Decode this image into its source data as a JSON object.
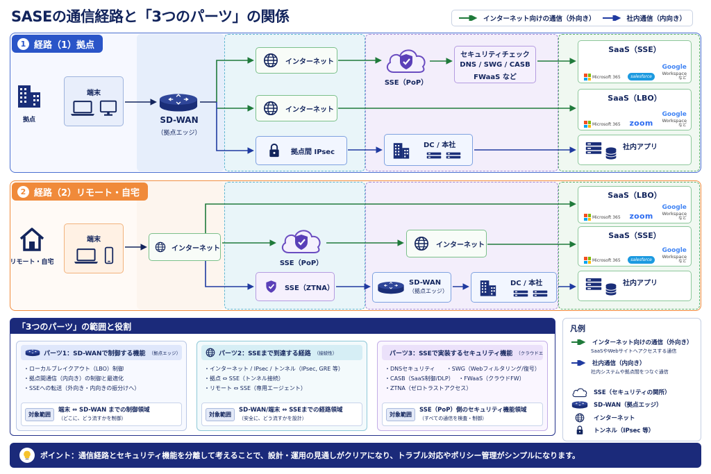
{
  "title": "SASEの通信経路と「3つのパーツ」の関係",
  "legend_top": {
    "external": "インターネット向けの通信（外向き）",
    "internal": "社内通信（内向き）"
  },
  "colors": {
    "external_arrow": "#1f7a3a",
    "internal_arrow": "#1f3aa0",
    "navy": "#12245c",
    "orange": "#f08a3a"
  },
  "route1": {
    "num": "1",
    "tab": "経路（1）拠点",
    "site_label": "拠点",
    "device_label": "端末",
    "sdwan_label": "SD-WAN",
    "sdwan_sub": "（拠点エッジ）",
    "internet1": "インターネット",
    "internet2": "インターネット",
    "ipsec": "拠点間 IPsec",
    "sse_label": "SSE（PoP）",
    "security_check": {
      "title": "セキュリティチェック",
      "line1": "DNS / SWG / CASB",
      "line2": "FWaaS など"
    },
    "dc": "DC / 本社",
    "saas_sse": "SaaS（SSE）",
    "saas_lbo": "SaaS（LBO）",
    "internal_app": "社内アプリ"
  },
  "route2": {
    "num": "2",
    "tab": "経路（2）リモート・自宅",
    "site_label": "リモート・自宅",
    "device_label": "端末",
    "internet": "インターネット",
    "internet2": "インターネット",
    "sse_label": "SSE（PoP）",
    "ztna": "SSE（ZTNA）",
    "sdwan": "SD-WAN",
    "sdwan_sub": "（拠点エッジ）",
    "dc": "DC / 本社",
    "saas_lbo": "SaaS（LBO）",
    "saas_sse": "SaaS（SSE）",
    "internal_app": "社内アプリ"
  },
  "logos": {
    "ms365": "Microsoft 365",
    "salesforce": "salesforce",
    "zoom": "zoom",
    "google": "Google",
    "workspace": "Workspace",
    "nado": "など"
  },
  "parts": {
    "heading": "「3つのパーツ」の範囲と役割",
    "p1": {
      "title": "パーツ1：SD-WANで制御する機能",
      "sub": "（拠点エッジ）",
      "bullets": [
        "・ローカルブレイクアウト（LBO）制御",
        "・拠点間通信（内向き）の制御と最適化",
        "・SSEへの転送（外向き・内向きの振分けへ）"
      ],
      "scope_tag": "対象範囲",
      "scope_main": "端末 ⇔ SD-WAN までの制御領域",
      "scope_sub": "（どこに、どう流すかを制御）"
    },
    "p2": {
      "title": "パーツ2：SSEまで到達する経路",
      "sub": "（接続性）",
      "bullets": [
        "・インターネット / IPsec / トンネル（IPsec, GRE 等）",
        "・拠点 ⇔ SSE（トンネル接続）",
        "・リモート ⇔ SSE（専用エージェント）"
      ],
      "scope_tag": "対象範囲",
      "scope_main": "SD-WAN/端末 ⇔ SSEまでの経路領域",
      "scope_sub": "（安全に、どう流すかを設計）"
    },
    "p3": {
      "title": "パーツ3：SSEで実装するセキュリティ機能",
      "sub": "（クラウドエッジ）",
      "bullets": [
        "・DNSセキュリティ　　・SWG（Webフィルタリング/復号）",
        "・CASB（SaaS制御/DLP）　 ・FWaaS（クラウドFW）",
        "・ZTNA（ゼロトラストアクセス）"
      ],
      "scope_tag": "対象範囲",
      "scope_main": "SSE（PoP）側のセキュリティ機能領域",
      "scope_sub": "（すべての通信を検査・制御）"
    }
  },
  "hanrei": {
    "title": "凡例",
    "ext": "インターネット向けの通信（外向き）",
    "ext_sub": "SaaSやWebサイトへアクセスする通信",
    "int": "社内通信（内向き）",
    "int_sub": "社内システムや拠点間をつなぐ通信",
    "sse": "SSE（セキュリティの関所）",
    "sdwan": "SD-WAN（拠点エッジ）",
    "internet": "インターネット",
    "tunnel": "トンネル（IPsec 等）"
  },
  "point": "ポイント：通信経路とセキュリティ機能を分離して考えることで、設計・運用の見通しがクリアになり、トラブル対応やポリシー管理がシンプルになります。"
}
